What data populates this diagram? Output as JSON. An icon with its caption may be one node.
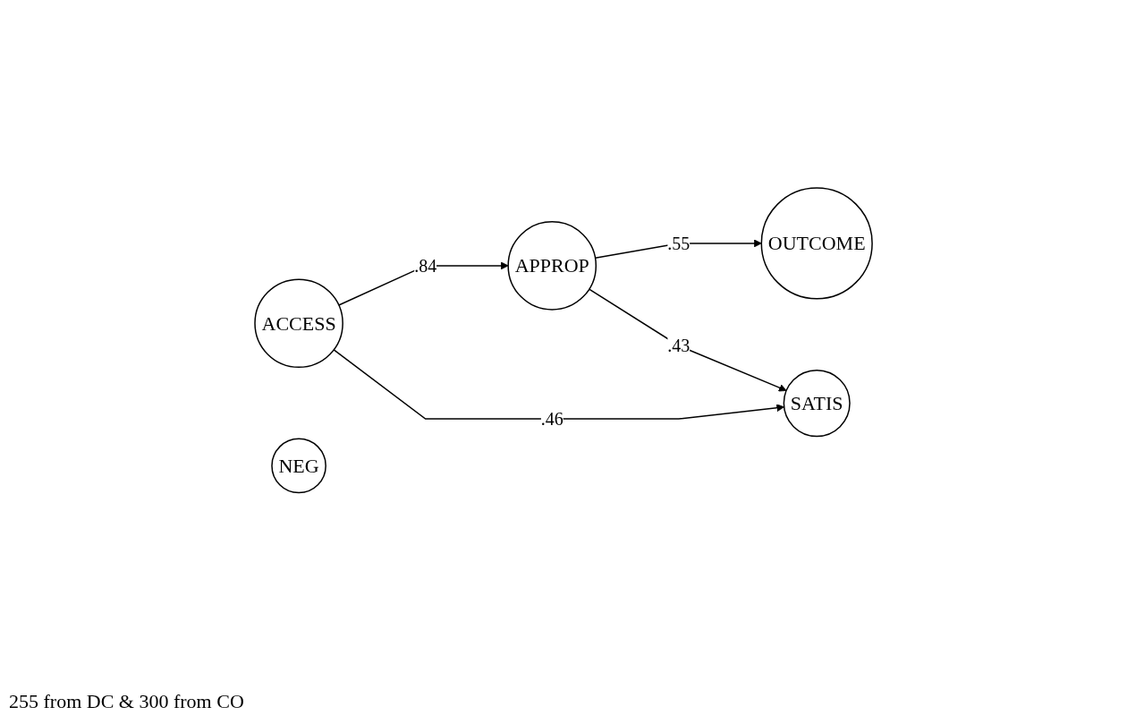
{
  "diagram": {
    "nodes": [
      {
        "text": [
          "APPROP"
        ]
      },
      {
        "text": [
          "OUTCOME"
        ]
      },
      {
        "text": [
          "ACCESS"
        ]
      },
      {
        "text": [
          "SATIS"
        ]
      },
      {
        "text": [
          "NEG"
        ]
      }
    ],
    "edges": [
      {
        "from": 0,
        "to": 1,
        "arrow": "to",
        "label": ".55"
      },
      {
        "from": 0,
        "to": 3,
        "arrow": "to",
        "label": ".43"
      },
      {
        "from": 2,
        "to": 0,
        "arrow": "to",
        "label": ".84"
      },
      {
        "from": 2,
        "to": 3,
        "arrow": "to",
        "label": ".46"
      }
    ],
    "labels": [
      "255 from DC & 300 from CO"
    ]
  }
}
